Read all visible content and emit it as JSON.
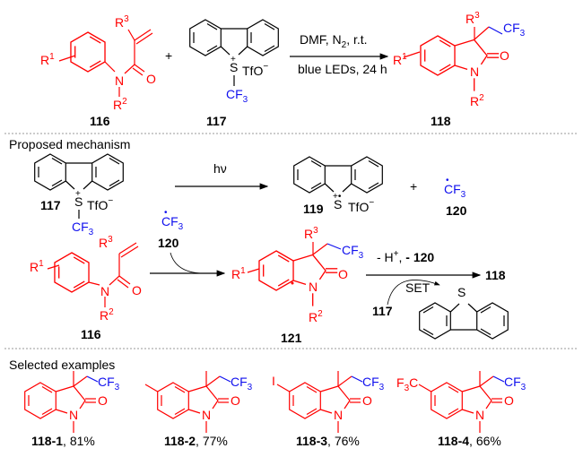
{
  "atoms": {
    "R": "R",
    "one": "1",
    "two": "2",
    "three": "3",
    "N": "N",
    "O": "O",
    "S": "S",
    "CF": "CF",
    "F3C": "F",
    "C": "C",
    "I": "I",
    "plus": "+",
    "minus": "−",
    "TfO": "TfO",
    "dot": "•"
  },
  "reaction": {
    "plus": "+",
    "conditions_top_1": "DMF, N",
    "conditions_top_sub": "2",
    "conditions_top_2": ", r.t.",
    "conditions_bottom": "blue LEDs, 24 h"
  },
  "compounds": {
    "c116": "116",
    "c117": "117",
    "c118": "118",
    "c119": "119",
    "c120": "120",
    "c121": "121"
  },
  "mechanism": {
    "heading": "Proposed mechanism",
    "hv": "hν",
    "elim_1": "- H",
    "elim_sup": "+",
    "elim_2": ", ",
    "elim_3": "- 120",
    "set": "SET",
    "plus": "+"
  },
  "examples": {
    "heading": "Selected examples",
    "items": [
      {
        "id": "118-1",
        "yield": ", 81%"
      },
      {
        "id": "118-2",
        "yield": ", 77%"
      },
      {
        "id": "118-3",
        "yield": ", 76%"
      },
      {
        "id": "118-4",
        "yield": ", 66%"
      }
    ]
  },
  "colors": {
    "substrate": "#ff0000",
    "cf3": "#1010ee",
    "reagent": "#000000"
  }
}
